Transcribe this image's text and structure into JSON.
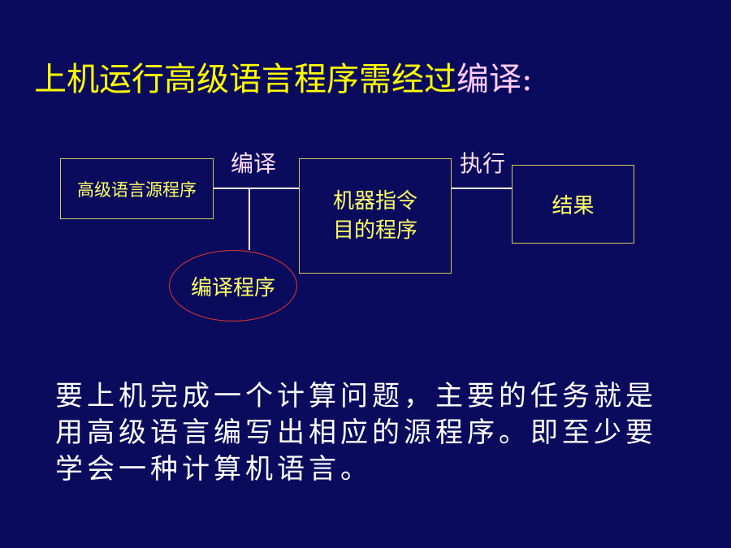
{
  "title": {
    "main": "上机运行高级语言程序需经过",
    "accent": "编译:"
  },
  "diagram": {
    "source_box": "高级语言源程序",
    "compile_label": "编译",
    "target_box_line1": "机器指令",
    "target_box_line2": "目的程序",
    "execute_label": "执行",
    "result_box": "结果",
    "compiler_ellipse": "编译程序"
  },
  "body": {
    "line1": "要上机完成一个计算问题，主要的任务就是",
    "line2": "用高级语言编写出相应的源程序。即至少要",
    "line3": "学会一种计算机语言。"
  },
  "colors": {
    "background": "#0b0b5e",
    "title": "#ffff00",
    "title_accent": "#ffccff",
    "box_border": "#d4c85a",
    "ellipse_border": "#e03a2a"
  }
}
